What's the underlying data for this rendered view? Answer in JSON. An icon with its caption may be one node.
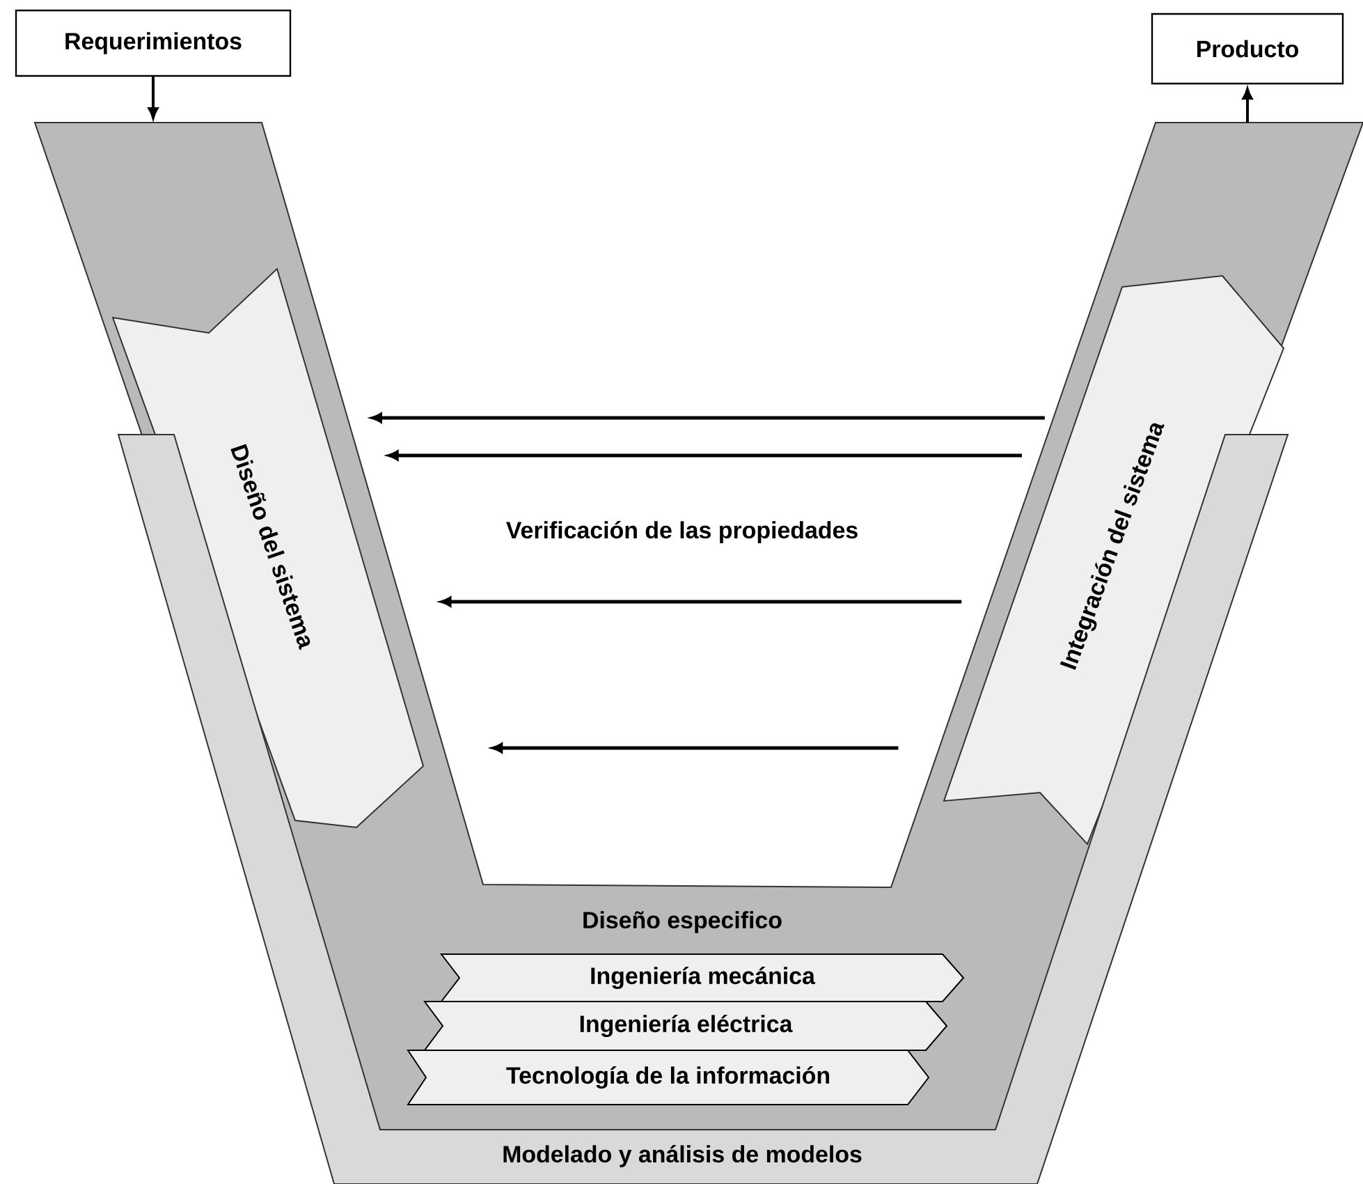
{
  "diagram": {
    "nodes": [
      {
        "text": [
          "Requerimientos"
        ]
      },
      {
        "text": [
          "Producto"
        ]
      },
      {
        "text": [
          "Modelado y análisis de modelos"
        ]
      },
      {
        "text": [
          "Diseño especifico"
        ]
      },
      {
        "text": [
          "Diseño del sistema"
        ],
        "in": 3
      },
      {
        "text": [
          "Integración del sistema"
        ],
        "in": 3
      },
      {
        "text": [
          "Ingeniería mecánica"
        ],
        "in": 3
      },
      {
        "text": [
          "Ingeniería eléctrica"
        ],
        "in": 3
      },
      {
        "text": [
          "Tecnología de la información"
        ],
        "in": 3
      }
    ],
    "edges": [
      {
        "from": 0,
        "to": 3,
        "arrow": "to"
      },
      {
        "from": 3,
        "to": 1,
        "arrow": "to"
      },
      {
        "from": 5,
        "to": 4,
        "arrow": "to"
      },
      {
        "from": 5,
        "to": 4,
        "arrow": "to"
      },
      {
        "from": 5,
        "to": 4,
        "arrow": "to"
      },
      {
        "from": 5,
        "to": 4,
        "arrow": "to"
      }
    ],
    "labels": [
      "Verificación de las propiedades"
    ]
  }
}
